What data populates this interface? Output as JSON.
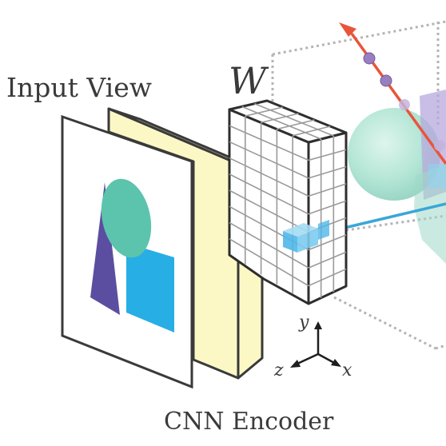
{
  "labels": {
    "input_view": "Input View",
    "feature_volume": "W",
    "encoder": "CNN Encoder"
  },
  "axes": {
    "x": "x",
    "y": "y",
    "z": "z"
  },
  "colors": {
    "image_panel_fill": "#ffffff",
    "encoder_fill": "#fbf8c6",
    "feature_grid_line": "#9a9a9a",
    "feature_border": "#2e2e2e",
    "sampled_feature": "#4fb8e8",
    "ray": "#e8553a",
    "ray_point": "#9a7fc0",
    "query_ray": "#3aa6d8",
    "sphere": "#9fe0c8",
    "triangle": "#5b4ea0",
    "ellipse": "#5cc4ad",
    "square": "#27aee4",
    "bounding_box": "#b4b4b4"
  }
}
